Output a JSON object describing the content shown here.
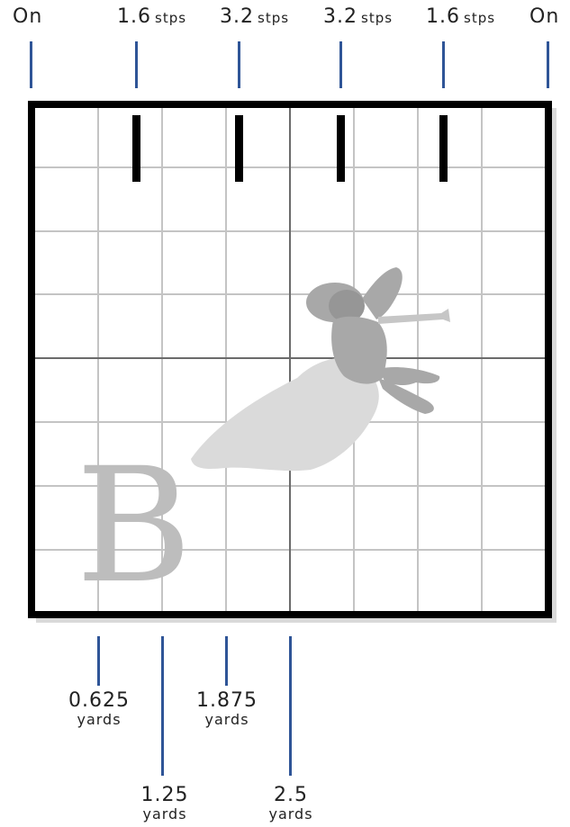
{
  "top_labels": [
    {
      "number": "On",
      "unit": ""
    },
    {
      "number": "1.6",
      "unit": "stps"
    },
    {
      "number": "3.2",
      "unit": "stps"
    },
    {
      "number": "3.2",
      "unit": "stps"
    },
    {
      "number": "1.6",
      "unit": "stps"
    },
    {
      "number": "On",
      "unit": ""
    }
  ],
  "bottom_labels": [
    {
      "value": "0.625",
      "unit": "yards"
    },
    {
      "value": "1.25",
      "unit": "yards"
    },
    {
      "value": "1.875",
      "unit": "yards"
    },
    {
      "value": "2.5",
      "unit": "yards"
    }
  ],
  "grid_letter": "B",
  "colors": {
    "tick": "#2f5597",
    "grid_line": "#c4c4c4",
    "grid_major": "#6b6b6b",
    "frame": "#000000",
    "marker": "#000000"
  },
  "figure": "marching-trumpet-player-icon"
}
